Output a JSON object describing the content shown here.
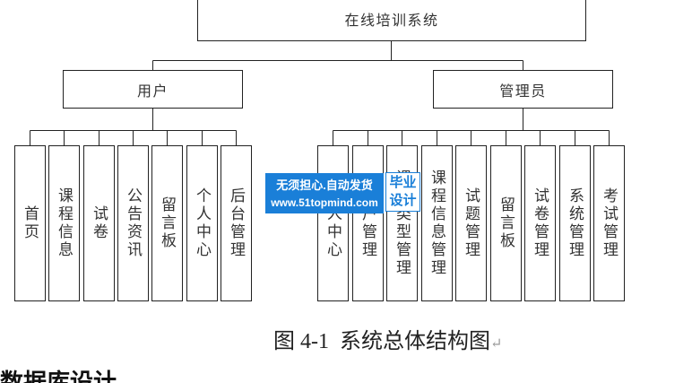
{
  "diagram": {
    "root": {
      "label": "在线培训系统"
    },
    "roles": [
      {
        "label": "用户",
        "children": [
          "首页",
          "课程信息",
          "试卷",
          "公告资讯",
          "留言板",
          "个人中心",
          "后台管理"
        ]
      },
      {
        "label": "管理员",
        "children": [
          "个人中心",
          "用户管理",
          "课程类型管理",
          "课程信息管理",
          "试题管理",
          "留言板",
          "试卷管理",
          "系统管理",
          "考试管理"
        ]
      }
    ]
  },
  "caption": {
    "text": "图 4-1  系统总体结构图",
    "mark": "↵"
  },
  "next_heading": "数据库设计",
  "watermark": {
    "line1": "无须担心.自动发货",
    "line2": "www.51topmind.com",
    "badge_line1": "毕业",
    "badge_line2": "设计"
  },
  "colors": {
    "line": "#222222",
    "text": "#333333",
    "watermark_blue": "#1a7fd8",
    "watermark_text": "#ffffff",
    "badge_bg": "#ffffff"
  }
}
